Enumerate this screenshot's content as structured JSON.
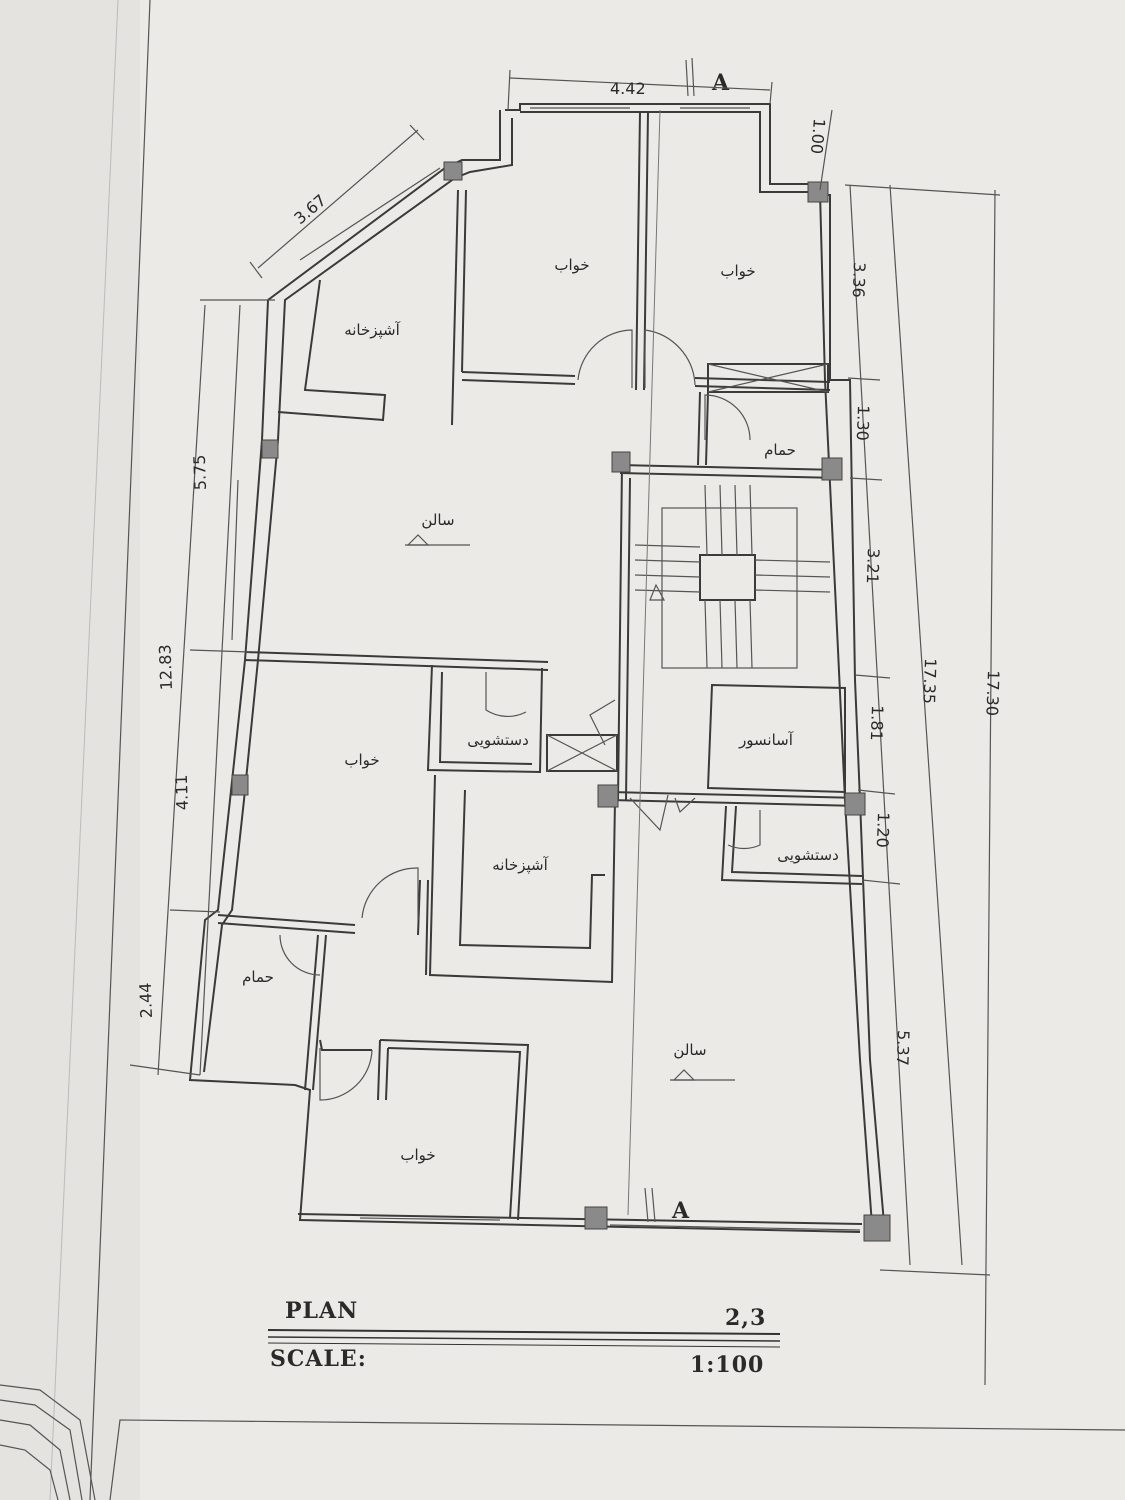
{
  "rooms": {
    "bedroom": "خواب",
    "kitchen": "آشپزخانه",
    "hall": "سالن",
    "bath": "حمام",
    "wc": "دستشویی",
    "elevator": "آسانسور"
  },
  "section_marker": "A",
  "dimensions": {
    "top_width": "4.42",
    "diagonal": "3.67",
    "right_top": "1.00",
    "left_total": "12.83",
    "left_upper": "5.75",
    "left_mid": "4.11",
    "left_lower": "2.44",
    "r1": "3.36",
    "r2": "1.30",
    "r3": "3.21",
    "r4": "1.81",
    "r5": "1.20",
    "r6": "5.37",
    "total_a": "17.35",
    "total_b": "17.30"
  },
  "title_block": {
    "label": "PLAN",
    "number": "2,3",
    "scale_label": "SCALE:",
    "scale_value": "1:100"
  }
}
